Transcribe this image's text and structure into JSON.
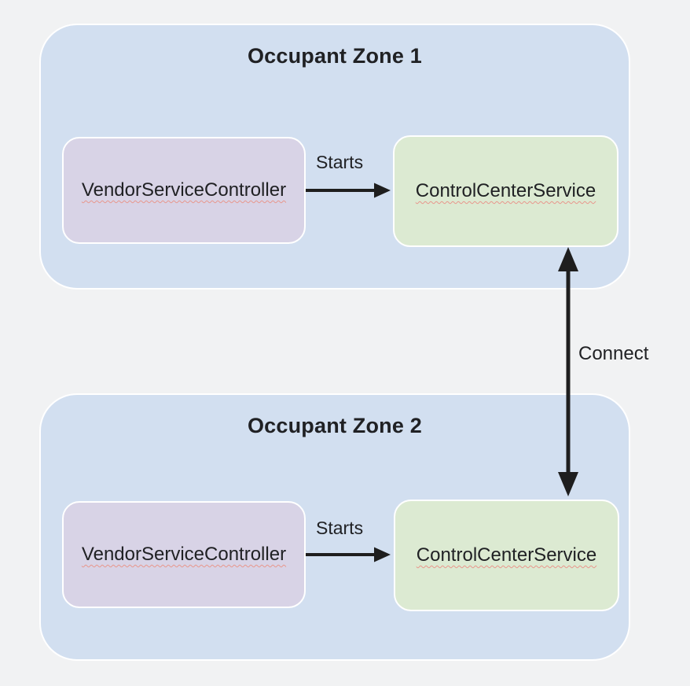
{
  "zones": [
    {
      "title": "Occupant Zone 1",
      "controller_label": "VendorServiceController",
      "service_label": "ControlCenterService",
      "starts_label": "Starts"
    },
    {
      "title": "Occupant Zone 2",
      "controller_label": "VendorServiceController",
      "service_label": "ControlCenterService",
      "starts_label": "Starts"
    }
  ],
  "connector": {
    "label": "Connect"
  },
  "colors": {
    "page_bg": "#f1f2f3",
    "zone_bg": "#d2dff0",
    "controller_bg": "#d8d3e6",
    "service_bg": "#dcead2",
    "arrow": "#1e1e1e",
    "text": "#202124",
    "spellcheck_underline": "#e8968c"
  }
}
